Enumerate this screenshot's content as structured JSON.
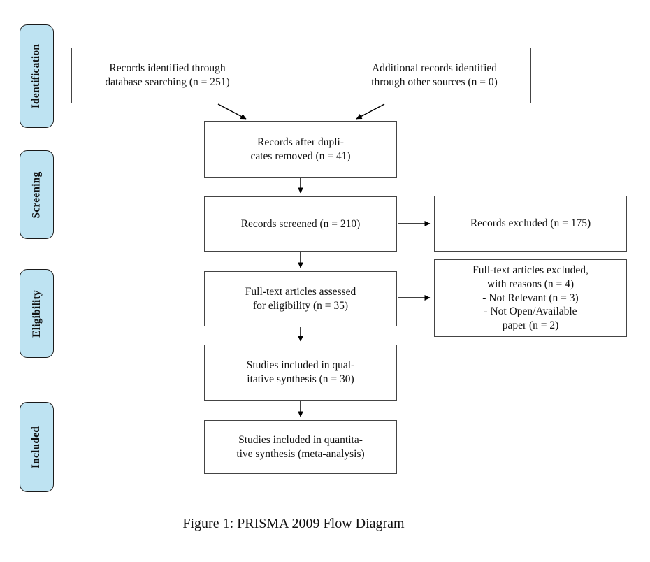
{
  "diagram": {
    "caption": "Figure 1: PRISMA 2009 Flow Diagram",
    "stages": [
      {
        "label": "Identification"
      },
      {
        "label": "Screening"
      },
      {
        "label": "Eligibility"
      },
      {
        "label": "Included"
      }
    ],
    "nodes": [
      {
        "text": "Records identified through\ndatabase searching (n = 251)"
      },
      {
        "text": "Additional records identified\nthrough other sources (n = 0)"
      },
      {
        "text": "Records after dupli-\ncates removed (n = 41)"
      },
      {
        "text": "Records screened (n = 210)"
      },
      {
        "text": "Records excluded (n = 175)"
      },
      {
        "text": "Full-text articles assessed\nfor eligibility (n = 35)"
      },
      {
        "text": "Full-text articles excluded,\nwith reasons (n = 4)\n- Not Relevant (n = 3)\n- Not Open/Available\npaper (n = 2)"
      },
      {
        "text": "Studies included in qual-\nitative synthesis (n = 30)"
      },
      {
        "text": "Studies included in quantita-\ntive synthesis (meta-analysis)"
      }
    ],
    "colors": {
      "stage_fill": "#bee3f2",
      "stage_border": "#1a1a1a",
      "node_border": "#444444",
      "arrow": "#000000",
      "background": "#ffffff",
      "text": "#111111"
    }
  }
}
